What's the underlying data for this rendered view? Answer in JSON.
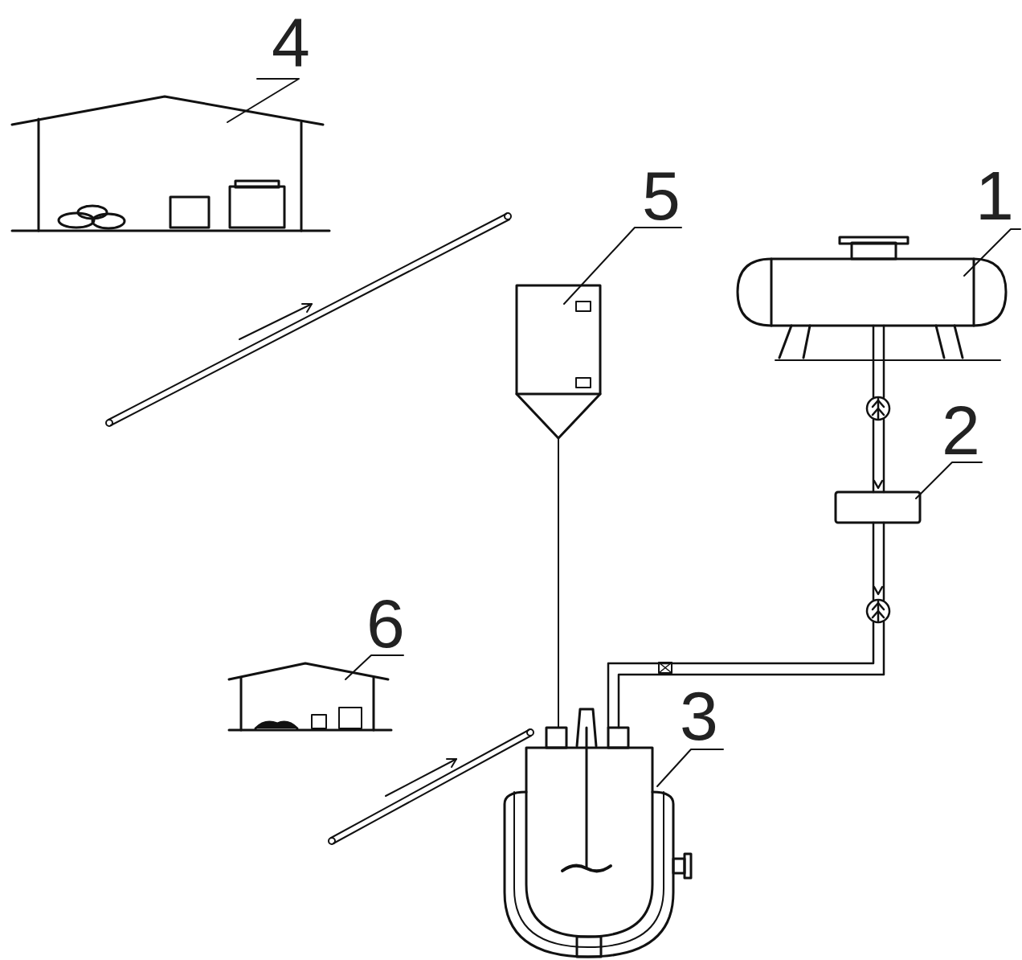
{
  "diagram": {
    "labels": [
      "4",
      "5",
      "1",
      "2",
      "6",
      "3"
    ]
  }
}
